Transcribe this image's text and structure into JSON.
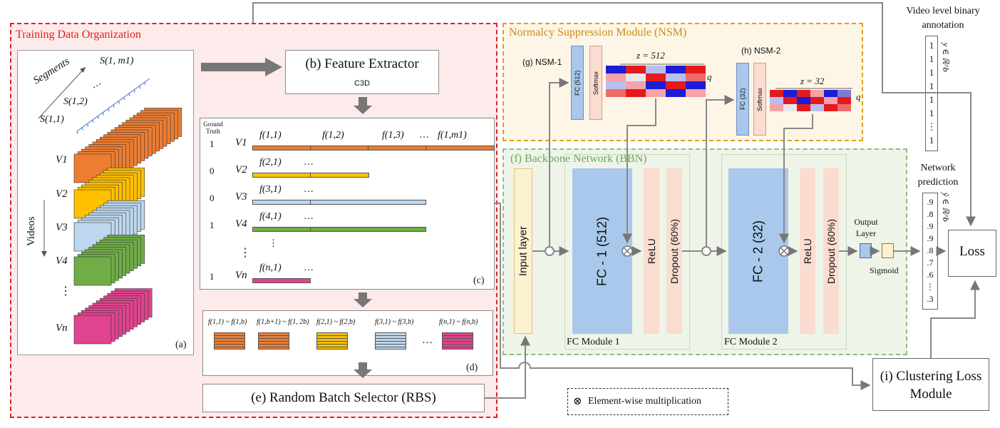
{
  "training": {
    "title": "Training Data Organization",
    "segments_label": "Segments",
    "videos_label": "Videos",
    "seg_s11": "S(1,1)",
    "seg_s12": "S(1,2)",
    "seg_s1m": "S(1, m1)",
    "seg_dots": "…",
    "v1": "V1",
    "v2": "V2",
    "v3": "V3",
    "v4": "V4",
    "vn": "Vn",
    "vdots": "⋮",
    "panel_a": "(a)"
  },
  "feature_extractor": {
    "title": "(b) Feature Extractor",
    "sub": "C3D"
  },
  "features": {
    "gt_header": "Ground Truth",
    "panel_c": "(c)",
    "rows": [
      {
        "gt": "1",
        "video": "V1",
        "labels": [
          "f(1,1)",
          "f(1,2)",
          "f(1,3)",
          "…",
          "f(1,m1)"
        ],
        "color": "#ed7d31"
      },
      {
        "gt": "0",
        "video": "V2",
        "labels": [
          "f(2,1)",
          "…"
        ],
        "color": "#ffc000"
      },
      {
        "gt": "0",
        "video": "V3",
        "labels": [
          "f(3,1)",
          "…"
        ],
        "color": "#bdd7ee"
      },
      {
        "gt": "1",
        "video": "V4",
        "labels": [
          "f(4,1)",
          "…"
        ],
        "color": "#70ad47"
      },
      {
        "gt": "1",
        "video": "Vn",
        "labels": [
          "f(n,1)",
          "…"
        ],
        "color": "#e0448e"
      }
    ],
    "vdots": "⋮",
    "fdots": "⋮"
  },
  "batches": {
    "panel_d": "(d)",
    "items": [
      {
        "label": "f(1,1) ~ f(1,b)",
        "color": "#ed7d31"
      },
      {
        "label": "f(1,b+1) ~ f(1, 2b)",
        "color": "#ed7d31"
      },
      {
        "label": "f(2,1) ~ f(2,b)",
        "color": "#ffc000"
      },
      {
        "label": "f(3,1) ~ f(3,b)",
        "color": "#bdd7ee"
      },
      {
        "label": "f(n,1) ~ f(n,b)",
        "color": "#e0448e"
      }
    ],
    "dots": "…"
  },
  "rbs": {
    "title": "(e) Random Batch Selector (RBS)"
  },
  "nsm": {
    "title": "Normalcy Suppression Module (NSM)",
    "nsm1": "(g) NSM-1",
    "nsm2": "(h) NSM-2",
    "fc512": "FC (512)",
    "fc32": "FC (32)",
    "softmax": "Softmax",
    "z512": "z = 512",
    "z32": "z = 32",
    "q": "q"
  },
  "bbn": {
    "title": "(f) Backbone Network (BBN)",
    "input_layer": "Input layer",
    "fc1": "FC - 1 (512)",
    "fc2": "FC - 2 (32)",
    "relu": "ReLU",
    "dropout": "Dropout (60%)",
    "fc_module1": "FC Module 1",
    "fc_module2": "FC Module 2",
    "output_layer": "Output Layer",
    "sigmoid": "Sigmoid"
  },
  "annotation": {
    "title": "Video level binary annotation",
    "symbol": "y ∈ ℝ^b",
    "values": [
      "1",
      "1",
      "1",
      "1",
      "1",
      "1",
      "⋮",
      "1"
    ]
  },
  "prediction": {
    "title": "Network prediction",
    "symbol": "ŷ ∈ ℝ^b",
    "values": [
      ".9",
      ".8",
      ".9",
      ".9",
      ".8",
      ".7",
      ".6",
      "⋮",
      ".3"
    ]
  },
  "loss": {
    "title": "Loss"
  },
  "clustering": {
    "title": "(i) Clustering Loss Module"
  },
  "legend": {
    "text": "Element-wise multiplication"
  },
  "colors": {
    "red_dash": "#e02020",
    "orange_dash": "#e0a020",
    "green_dash": "#8cc080",
    "training_bg": "#fdeaea",
    "nsm_bg": "#fdf6e6",
    "bbn_bg": "#eef4e8",
    "fc_blue": "#a9c8ec",
    "salmon": "#fbdcd0",
    "input_yellow": "#fdf2d0"
  }
}
